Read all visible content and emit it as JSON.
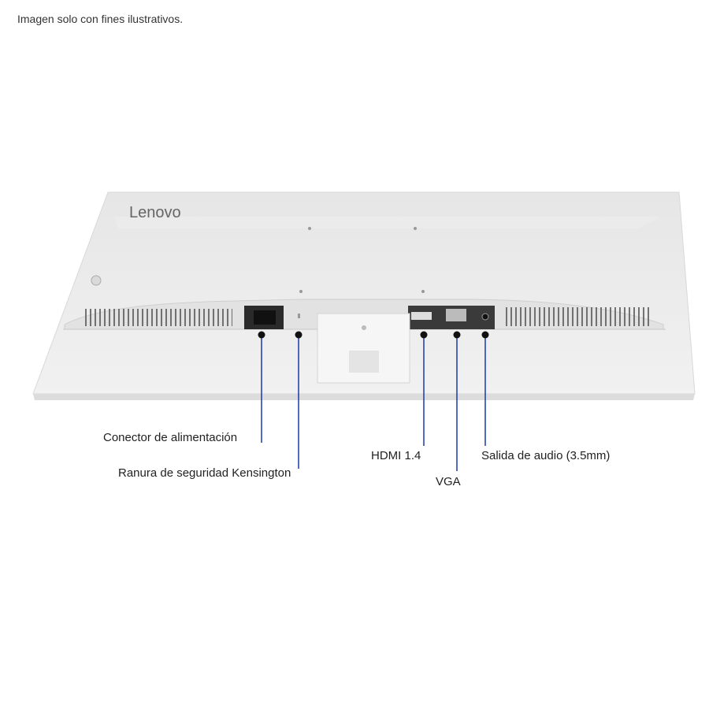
{
  "disclaimer": "Imagen solo con fines ilustrativos.",
  "brand": "Lenovo",
  "callouts": [
    {
      "label": "Conector de alimentación"
    },
    {
      "label": "Ranura de seguridad Kensington"
    },
    {
      "label": "HDMI 1.4"
    },
    {
      "label": "VGA"
    },
    {
      "label": "Salida de audio (3.5mm)"
    }
  ],
  "colors": {
    "leader_line": "#1a3aa8",
    "monitor_body": "#eeeeee"
  }
}
